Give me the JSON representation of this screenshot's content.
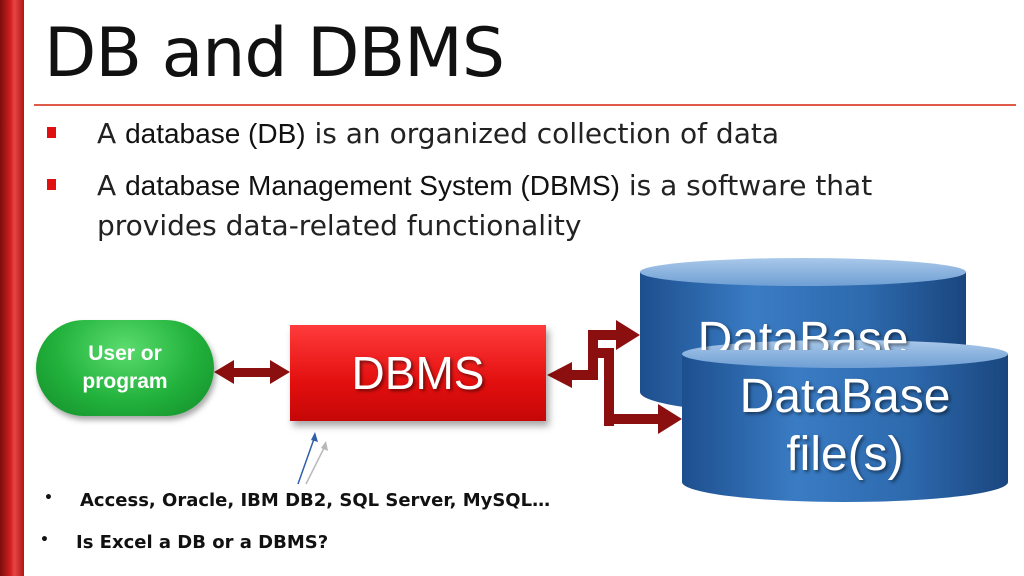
{
  "slide": {
    "title": "DB and DBMS",
    "bullets": [
      {
        "prefix": "A ",
        "term": "database (DB)",
        "rest": " is an organized collection of data"
      },
      {
        "prefix": "A ",
        "term": "database Management System (DBMS)",
        "rest": " is a software that"
      }
    ],
    "bullet2_continuation": "provides data-related functionality"
  },
  "diagram": {
    "user_label_line1": "User or",
    "user_label_line2": "program",
    "dbms_label": "DBMS",
    "back_db_label": "DataBase",
    "front_db_line1": "DataBase",
    "front_db_line2": "file(s)"
  },
  "footer_bullets": [
    "Access, Oracle, IBM DB2, SQL Server, MySQL…",
    "Is Excel a DB or a DBMS?"
  ],
  "colors": {
    "accent_red": "#e01010",
    "dbms_red": "#e30f0f",
    "user_green": "#22b23c",
    "db_blue": "#2e6db4",
    "arrow_darkred": "#8b0f0f"
  }
}
